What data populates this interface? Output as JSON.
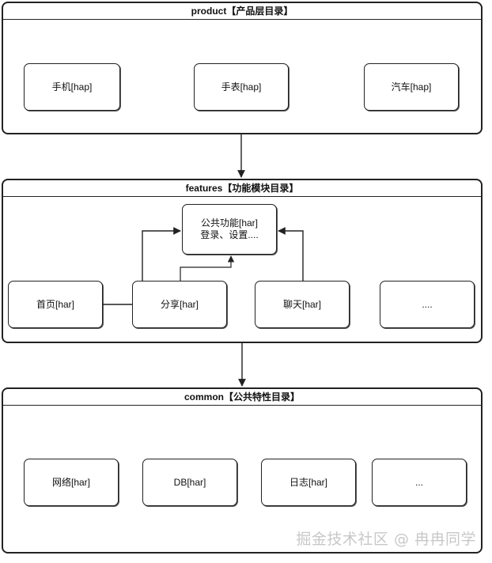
{
  "groups": {
    "product": {
      "title": "product【产品层目录】",
      "nodes": [
        "手机[hap]",
        "手表[hap]",
        "汽车[hap]"
      ]
    },
    "features": {
      "title": "features【功能模块目录】",
      "common_node": {
        "line1": "公共功能[har]",
        "line2": "登录、设置...."
      },
      "nodes": [
        "首页[har]",
        "分享[har]",
        "聊天[har]",
        "...."
      ]
    },
    "common": {
      "title": "common【公共特性目录】",
      "nodes": [
        "网络[har]",
        "DB[har]",
        "日志[har]",
        "..."
      ]
    }
  },
  "watermark": "掘金技术社区 @ 冉冉同学"
}
